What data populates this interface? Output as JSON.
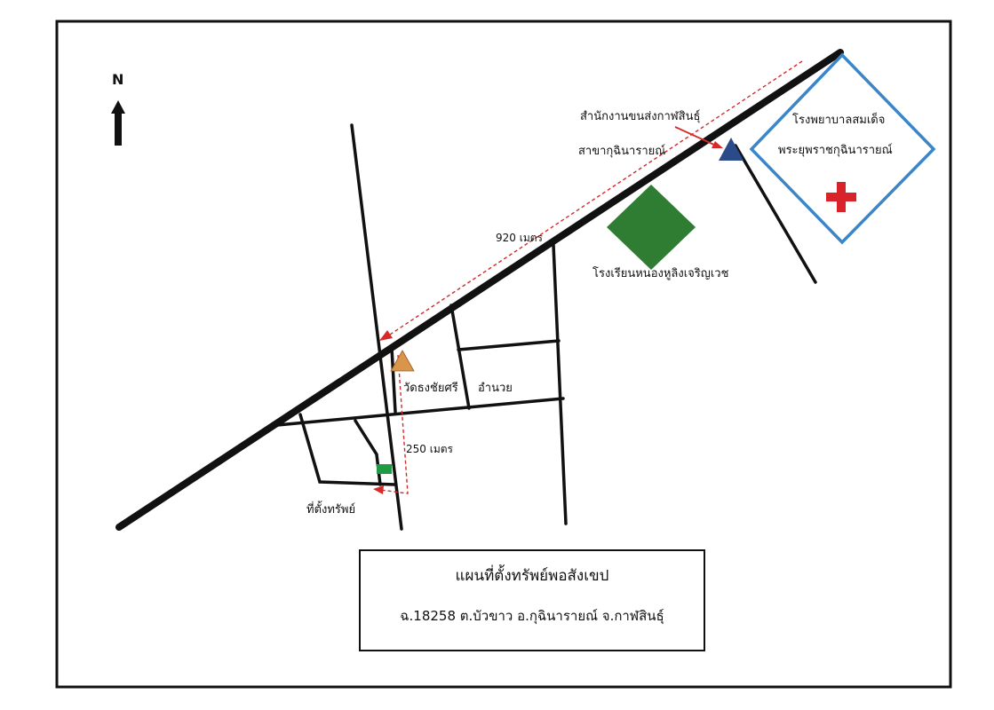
{
  "north_label": "N",
  "labels": {
    "transport_office_line1": "สำนักงานขนส่งกาฬสินธุ์",
    "transport_office_line2": "สาขากุฉินารายณ์",
    "hospital_line1": "โรงพยาบาลสมเด็จ",
    "hospital_line2": "พระยุพราชกุฉินารายณ์",
    "school": "โรงเรียนหนองหูลิงเจริญเวช",
    "temple": "วัดธงชัยศรี",
    "amnuai": "อำนวย",
    "property": "ที่ตั้งทรัพย์",
    "distance_main": "920 เมตร",
    "distance_side": "250 เมตร"
  },
  "legend": {
    "title": "แผนที่ตั้งทรัพย์พอสังเขป",
    "subtitle": "ฉ.18258 ต.บัวขาว อ.กุฉินารายณ์ จ.กาฬสินธุ์"
  },
  "colors": {
    "road": "#111111",
    "route": "#d42a2a",
    "hospital_outline": "#3a86c8",
    "hospital_cross": "#d8232a",
    "school": "#2e7d32",
    "temple": "#d9954a",
    "transport_office": "#2b4a8a",
    "property": "#1f9a45"
  },
  "icons": [
    "north-arrow-icon",
    "triangle-icon",
    "diamond-icon",
    "cross-icon"
  ]
}
